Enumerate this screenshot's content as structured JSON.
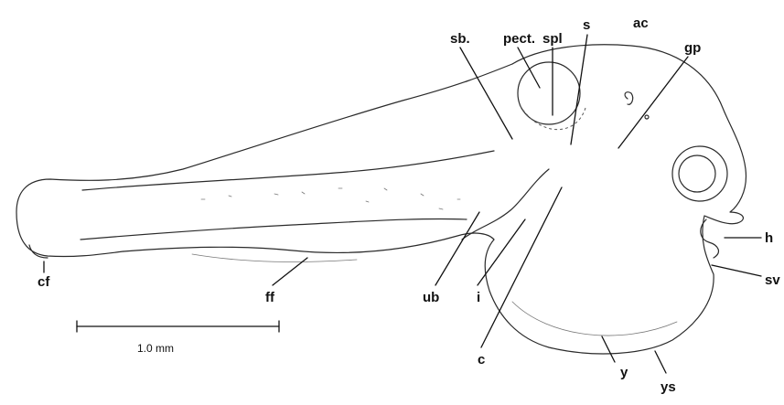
{
  "figure": {
    "labels": {
      "sb": "sb.",
      "pect": "pect.",
      "spl": "spl",
      "s": "s",
      "ac": "ac",
      "gp": "gp",
      "h": "h",
      "sv": "sv",
      "cf": "cf",
      "ff": "ff",
      "ub": "ub",
      "i": "i",
      "c": "c",
      "y": "y",
      "ys": "ys"
    },
    "scale_bar": {
      "label": "1.0 mm"
    }
  }
}
